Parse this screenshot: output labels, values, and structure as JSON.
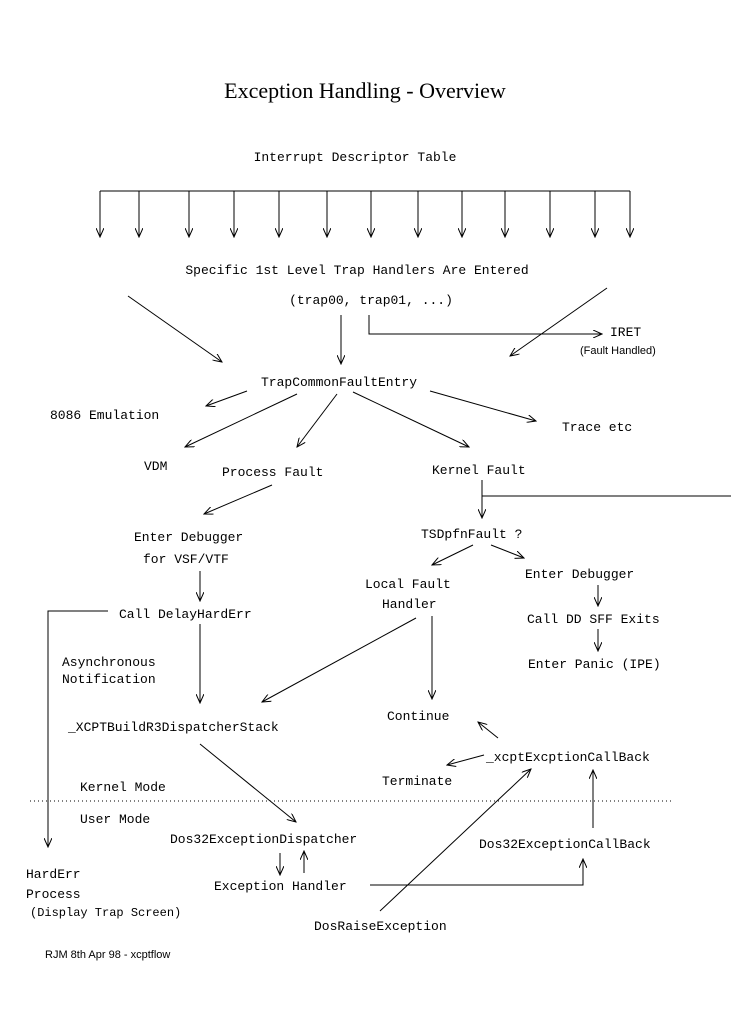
{
  "title": "Exception Handling - Overview",
  "nodes": {
    "idt": "Interrupt Descriptor Table",
    "trap_handlers": "Specific 1st Level Trap Handlers Are Entered",
    "trap_list": "(trap00, trap01, ...)",
    "iret": "IRET",
    "fault_handled": "(Fault Handled)",
    "trap_common": "TrapCommonFaultEntry",
    "emulation_8086": "8086 Emulation",
    "trace": "Trace etc",
    "vdm": "VDM",
    "process_fault": "Process Fault",
    "kernel_fault": "Kernel Fault",
    "enter_debugger_line1": "Enter Debugger",
    "enter_debugger_line2": "for VSF/VTF",
    "tsd_pfn_fault": "TSDpfnFault ?",
    "local_fault_line1": "Local Fault",
    "local_fault_line2": "Handler",
    "enter_debugger_kernel": "Enter Debugger",
    "call_dd_sff": "Call DD SFF Exits",
    "enter_panic": "Enter Panic (IPE)",
    "call_delay_hard_err": "Call DelayHardErr",
    "async_line1": "Asynchronous",
    "async_line2": "Notification",
    "build_r3": "_XCPTBuildR3DispatcherStack",
    "continue": "Continue",
    "xcpt_callback": "_xcptExcptionCallBack",
    "terminate": "Terminate",
    "kernel_mode": "Kernel Mode",
    "user_mode": "User Mode",
    "dos32_dispatcher": "Dos32ExceptionDispatcher",
    "dos32_callback": "Dos32ExceptionCallBack",
    "exception_handler": "Exception Handler",
    "harderr_line1": "HardErr",
    "harderr_line2": "Process",
    "harderr_line3": "(Display Trap Screen)",
    "dos_raise": "DosRaiseException"
  },
  "footer": "RJM 8th Apr 98 - xcptflow"
}
